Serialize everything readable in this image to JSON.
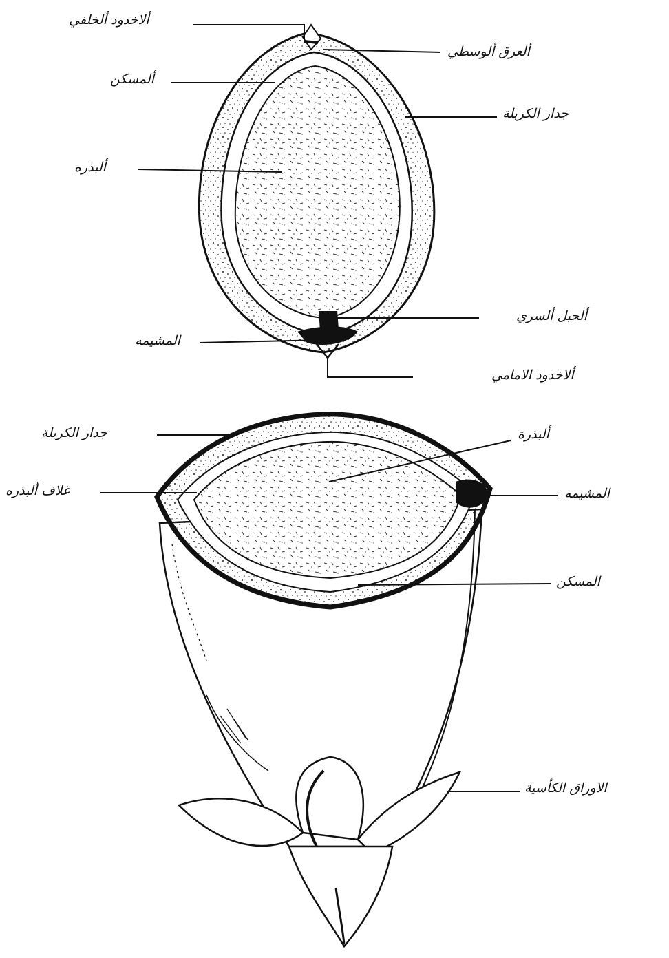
{
  "labels": {
    "top": {
      "dorsal_groove": "ألاخدود ألخلفي",
      "midrib": "ألعرق ألوسطي",
      "stalk_top": "ألمسكن",
      "carpel_wall_top": "جدار الكربلة",
      "seed_top": "ألبذره",
      "funicle": "ألحبل ألسري",
      "placenta_top": "المشيمه",
      "ventral_groove": "ألاخدود الامامي"
    },
    "bottom": {
      "carpel_wall_bottom": "جدار الكربلة",
      "seed_bottom": "ألبذرة",
      "seed_coat": "غلاف ألبذره",
      "placenta_bottom": "المشيمه",
      "stalk_bottom": "المسكن",
      "sepals": "الاوراق الكأسية"
    }
  }
}
